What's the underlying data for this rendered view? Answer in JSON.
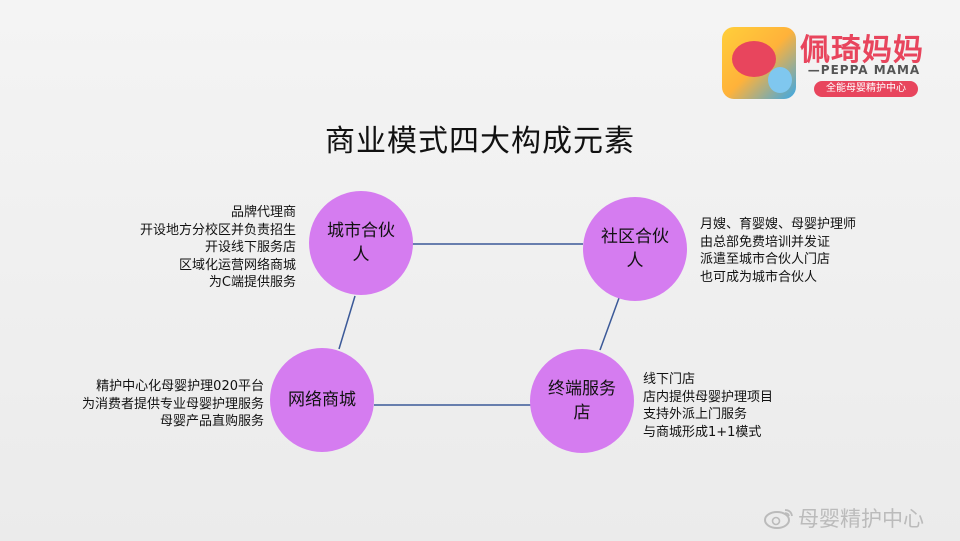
{
  "title": "商业模式四大构成元素",
  "colors": {
    "node_fill": "#d57cf0",
    "edge": "#3b5998",
    "brand": "#e8455d"
  },
  "logo": {
    "brand": "佩琦妈妈",
    "subtitle": "—PEPPA MAMA—",
    "tagline": "全能母婴精护中心"
  },
  "nodes": {
    "city_partner": {
      "label": "城市合伙人"
    },
    "community_partner": {
      "label": "社区合伙人"
    },
    "online_mall": {
      "label": "网络商城"
    },
    "terminal_store": {
      "label": "终端服务店"
    }
  },
  "descriptions": {
    "city_partner": [
      "品牌代理商",
      "开设地方分校区并负责招生",
      "开设线下服务店",
      "区域化运营网络商城",
      "为C端提供服务"
    ],
    "community_partner": [
      "月嫂、育婴嫂、母婴护理师",
      "由总部免费培训并发证",
      "派遣至城市合伙人门店",
      "也可成为城市合伙人"
    ],
    "online_mall": [
      "精护中心化母婴护理020平台",
      "为消费者提供专业母婴护理服务",
      "母婴产品直购服务"
    ],
    "terminal_store": [
      "线下门店",
      "店内提供母婴护理项目",
      "支持外派上门服务",
      "与商城形成1+1模式"
    ]
  },
  "watermark": {
    "text": "母婴精护中心",
    "icon": "weibo-icon"
  }
}
